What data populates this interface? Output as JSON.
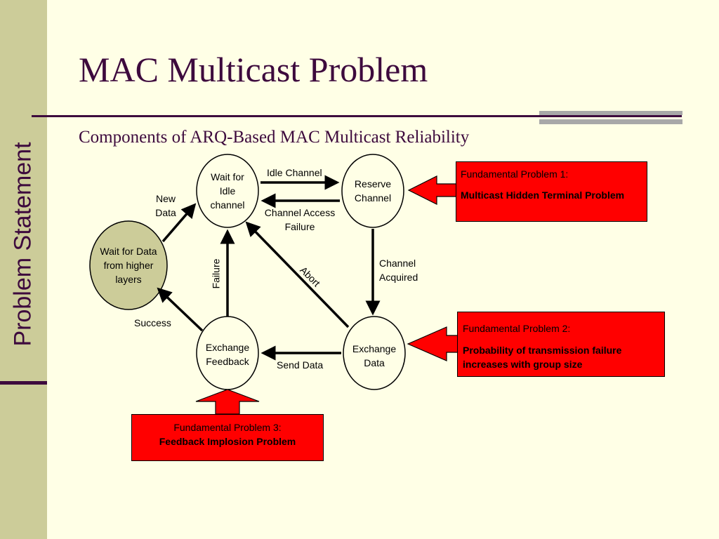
{
  "slide": {
    "title": "MAC Multicast Problem",
    "subtitle": "Components of ARQ-Based MAC Multicast Reliability",
    "sidebar_label": "Problem Statement"
  },
  "colors": {
    "background": "#ffffe6",
    "sidebar": "#cccc99",
    "title_text": "#3d0a3d",
    "problem_box": "#ff0000",
    "start_node_fill": "#cccc99"
  },
  "diagram": {
    "nodes": {
      "wait_idle": "Wait for Idle channel",
      "reserve": "Reserve Channel",
      "wait_data": "Wait for Data from higher layers",
      "exchange_feedback": "Exchange Feedback",
      "exchange_data": "Exchange Data"
    },
    "edges": {
      "idle_channel": "Idle Channel",
      "channel_access_failure": "Channel Access Failure",
      "new_data": "New Data",
      "channel_acquired": "Channel Acquired",
      "abort": "Abort",
      "failure": "Failure",
      "success": "Success",
      "send_data": "Send Data"
    }
  },
  "problems": [
    {
      "heading": "Fundamental Problem 1:",
      "detail": "Multicast Hidden Terminal Problem"
    },
    {
      "heading": "Fundamental Problem 2:",
      "detail": "Probability of transmission failure increases with group size"
    },
    {
      "heading": "Fundamental Problem 3:",
      "detail": "Feedback Implosion Problem"
    }
  ]
}
